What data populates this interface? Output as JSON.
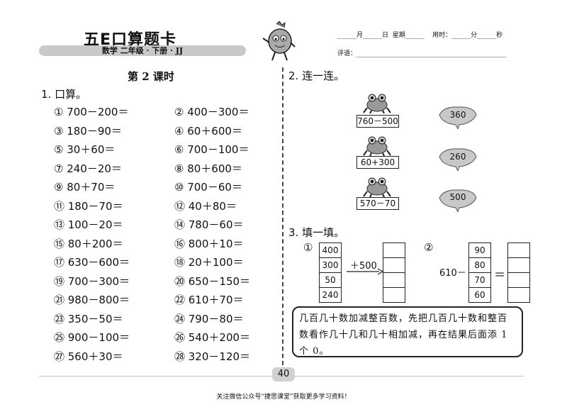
{
  "header": {
    "brand": "五E口算题卡",
    "subtitle": "数学  二年级 · 下册 · JJ",
    "date_line": "______月______日  星期______    用时：______分______秒",
    "comment_line": "评语：_______________________________________________"
  },
  "lesson": "第 2 课时",
  "q1": {
    "title": "1. 口算。",
    "left": [
      "① 700－200＝",
      "③ 180－90＝",
      "⑤ 30＋60＝",
      "⑦ 240－20＝",
      "⑨ 80＋70＝",
      "⑪ 180－70＝",
      "⑬ 100－20＝",
      "⑮ 80＋200＝",
      "⑰ 630－600＝",
      "⑲ 700－300＝",
      "㉑ 980－800＝",
      "㉓ 350－50＝",
      "㉕ 900－100＝",
      "㉗ 560＋30＝"
    ],
    "right": [
      "② 400－300＝",
      "④ 60＋600＝",
      "⑥ 700－100＝",
      "⑧ 80＋600＝",
      "⑩ 700－60＝",
      "⑫ 40＋80＝",
      "⑭ 780－60＝",
      "⑯ 800＋10＝",
      "⑱ 20＋100＝",
      "⑳ 650－150＝",
      "㉒ 610＋70＝",
      "㉔ 790－80＝",
      "㉖ 540＋200＝",
      "㉘ 320－120＝"
    ]
  },
  "q2": {
    "title": "2. 连一连。",
    "expressions": [
      "760－500",
      "60+300",
      "570－70"
    ],
    "answers": [
      "360",
      "260",
      "500"
    ]
  },
  "q3": {
    "title": "3. 填一填。",
    "part1": {
      "label": "①",
      "numbers": [
        "400",
        "300",
        "50",
        "240"
      ],
      "op": "＋500"
    },
    "part2": {
      "label": "②",
      "prefix": "610－",
      "numbers": [
        "90",
        "80",
        "70",
        "60"
      ],
      "eq": "＝"
    },
    "tip": "几百几十数加减整百数，先把几百几十数和整百数看作几十几和几十相加减，再在结果后面添 1 个 0。"
  },
  "page_number": "40",
  "footer": "关注微信公众号“捷思课堂”获取更多学习资料！"
}
